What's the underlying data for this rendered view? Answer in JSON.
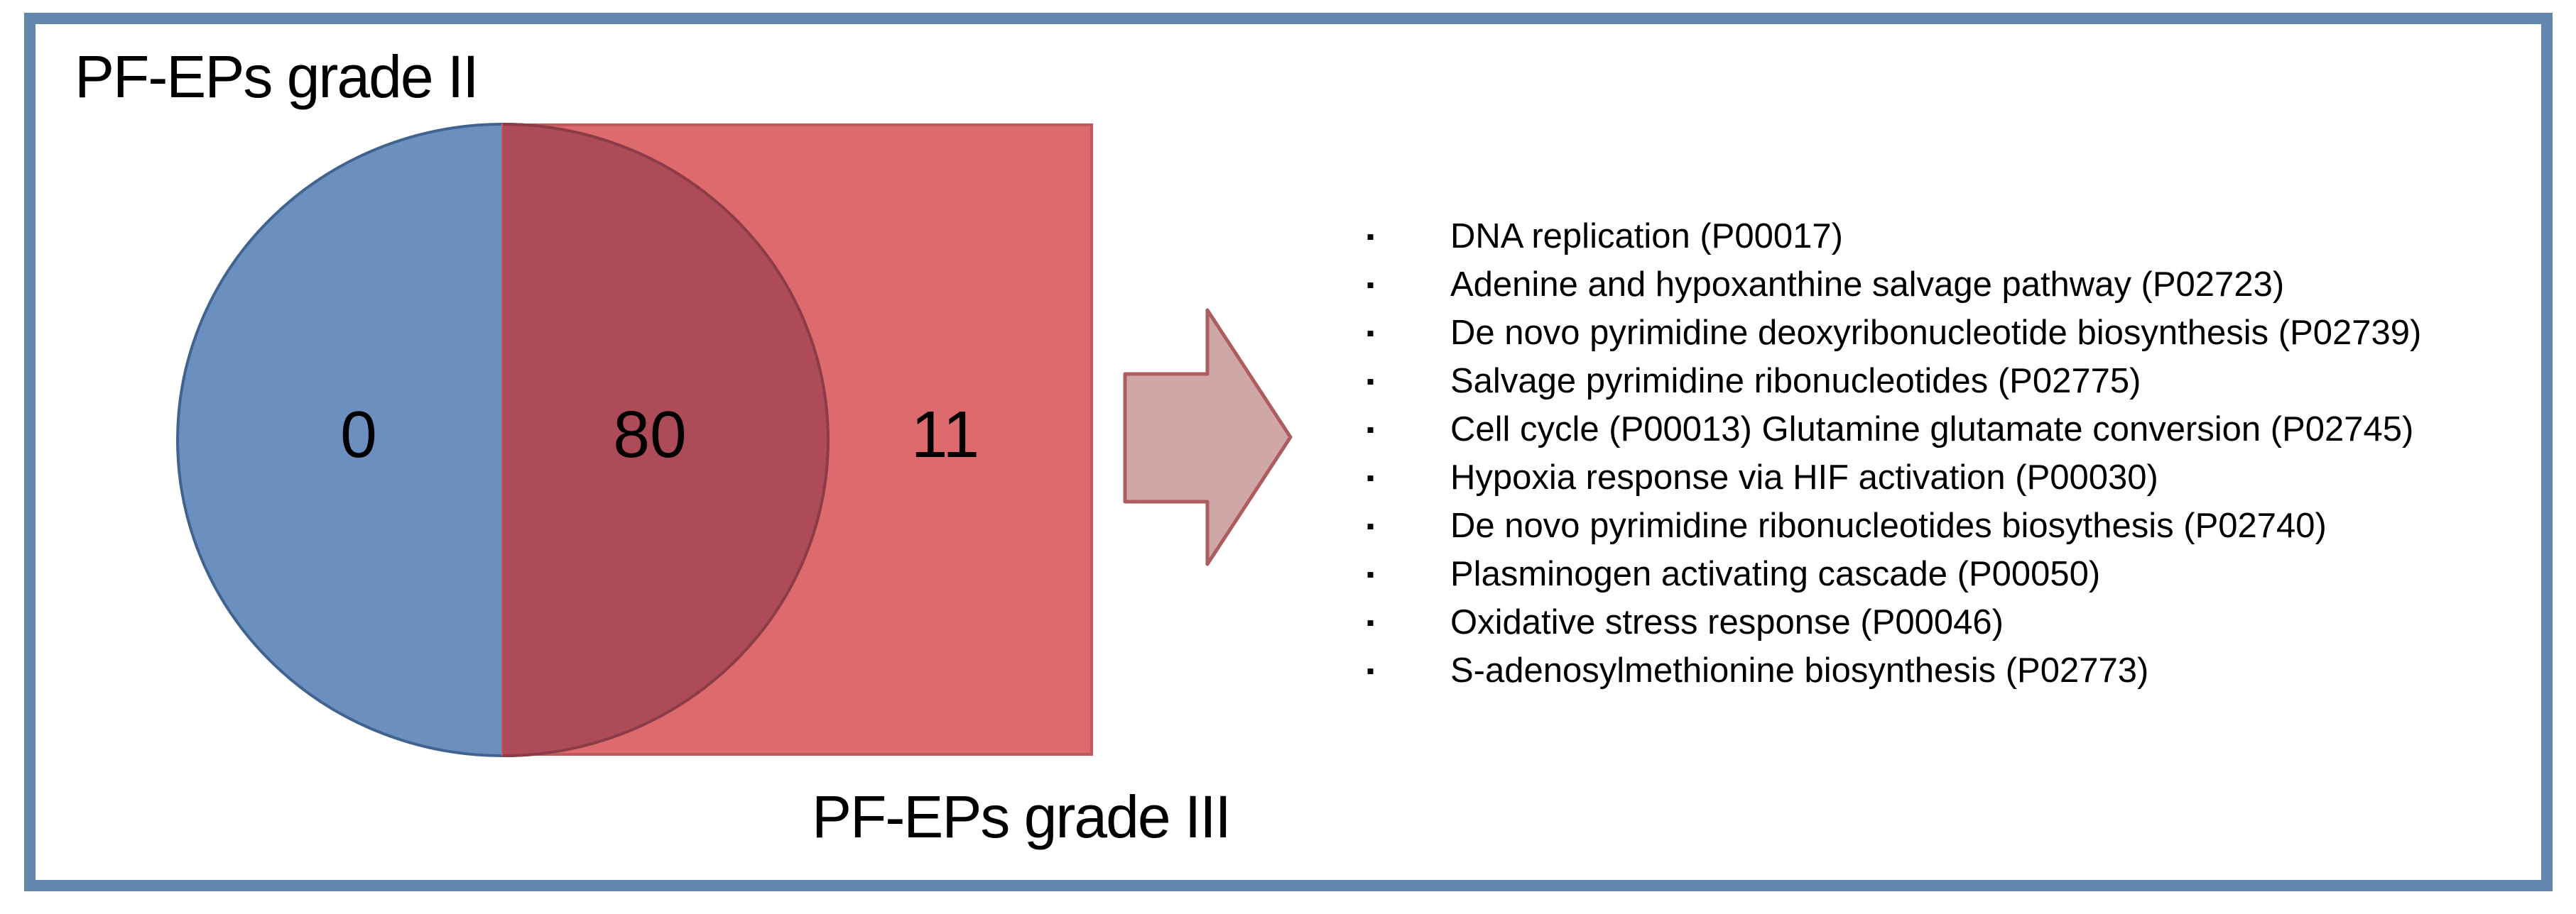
{
  "figure": {
    "left_set_label": "PF-EPs grade II",
    "right_set_label": "PF-EPs grade III",
    "venn": {
      "left_only": "0",
      "overlap": "80",
      "right_only": "11"
    },
    "bullet_glyph": "▪",
    "pathways": [
      "DNA replication (P00017)",
      "Adenine and hypoxanthine salvage pathway (P02723)",
      "De novo pyrimidine deoxyribonucleotide biosynthesis (P02739)",
      "Salvage pyrimidine ribonucleotides (P02775)",
      "Cell cycle (P00013) Glutamine glutamate conversion (P02745)",
      "Hypoxia response via HIF activation (P00030)",
      "De novo pyrimidine ribonucleotides biosythesis (P02740)",
      "Plasminogen activating cascade (P00050)",
      "Oxidative stress response (P00046)",
      "S-adenosylmethionine biosynthesis (P02773)"
    ],
    "colors": {
      "frame_border": "#6287ad",
      "circle_fill": "#6b90c0",
      "circle_stroke": "#42638f",
      "overlap_fill": "#ae4b59",
      "overlap_stroke": "#8d3b47",
      "square_fill": "#dd6b6d",
      "square_stroke": "#c2585c",
      "arrow_fill": "#cfa7a6",
      "arrow_stroke": "#ad5d5d",
      "text": "#000000"
    }
  }
}
